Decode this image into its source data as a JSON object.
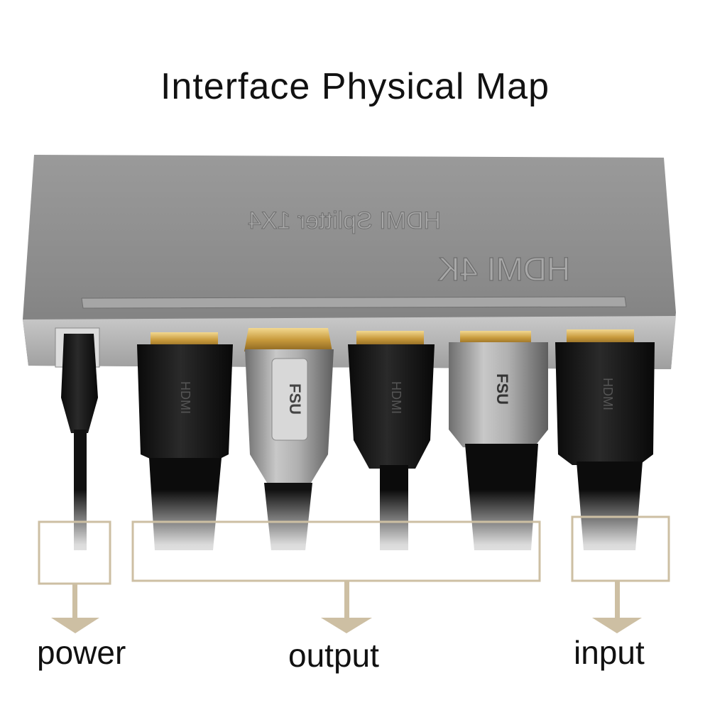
{
  "title": "Interface Physical Map",
  "device": {
    "emboss_line1": "HDMI Splitter 1X4",
    "emboss_line2": "HDMI 4K",
    "body_color": "#8e8e8e"
  },
  "connectors": {
    "brand": "FSU",
    "plug_text": "HDMI",
    "highlight_color": "#cdbfa3"
  },
  "labels": {
    "power": "power",
    "output": "output",
    "input": "input"
  }
}
